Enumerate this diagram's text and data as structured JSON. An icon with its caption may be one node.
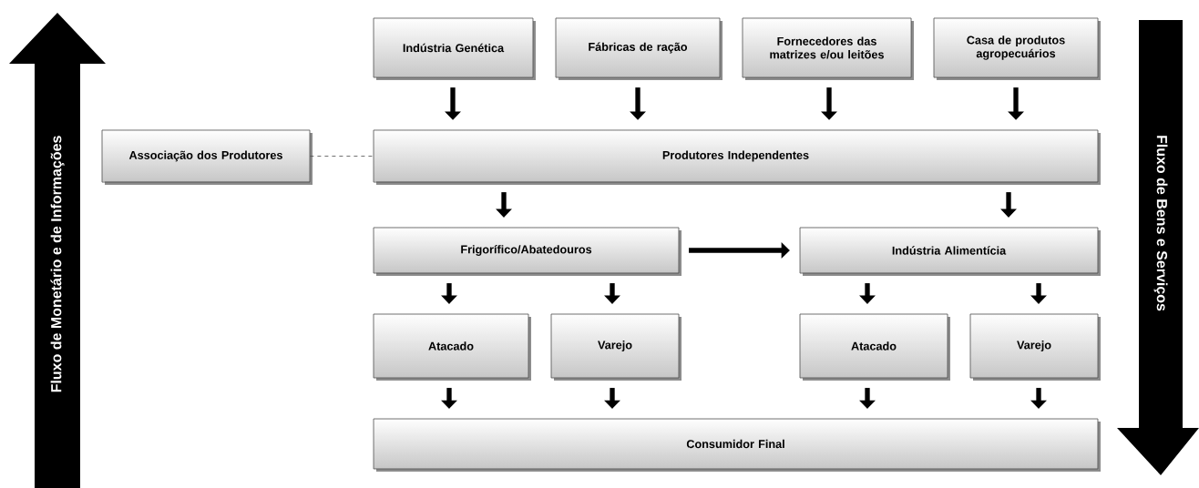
{
  "diagram": {
    "nodes": [
      {
        "text": [
          "Indústria Genética"
        ]
      },
      {
        "text": [
          "Fábricas de ração"
        ]
      },
      {
        "text": [
          "Fornecedores das matrizes e/ou leitões"
        ]
      },
      {
        "text": [
          "Casa de produtos agropecuários"
        ]
      },
      {
        "text": [
          "Associação dos Produtores"
        ]
      },
      {
        "text": [
          "Produtores Independentes"
        ]
      },
      {
        "text": [
          "Frigorífico/Abatedouros"
        ]
      },
      {
        "text": [
          "Indústria Alimentícia"
        ]
      },
      {
        "text": [
          "Atacado"
        ]
      },
      {
        "text": [
          "Varejo"
        ]
      },
      {
        "text": [
          "Atacado"
        ]
      },
      {
        "text": [
          "Varejo"
        ]
      },
      {
        "text": [
          "Consumidor Final"
        ]
      },
      {
        "text": [
          "Fluxo de Monetário e de Informações"
        ]
      },
      {
        "text": [
          "Fluxo de Bens e Serviços"
        ]
      }
    ],
    "edges": [
      {
        "from": 0,
        "to": 5,
        "arrow": "to"
      },
      {
        "from": 1,
        "to": 5,
        "arrow": "to"
      },
      {
        "from": 2,
        "to": 5,
        "arrow": "to"
      },
      {
        "from": 3,
        "to": 5,
        "arrow": "to"
      },
      {
        "from": 4,
        "to": 5,
        "arrow": "none",
        "style": "dashed"
      },
      {
        "from": 5,
        "to": 6,
        "arrow": "to"
      },
      {
        "from": 5,
        "to": 7,
        "arrow": "to"
      },
      {
        "from": 6,
        "to": 7,
        "arrow": "to"
      },
      {
        "from": 6,
        "to": 8,
        "arrow": "to"
      },
      {
        "from": 6,
        "to": 9,
        "arrow": "to"
      },
      {
        "from": 7,
        "to": 10,
        "arrow": "to"
      },
      {
        "from": 7,
        "to": 11,
        "arrow": "to"
      },
      {
        "from": 8,
        "to": 12,
        "arrow": "to"
      },
      {
        "from": 9,
        "to": 12,
        "arrow": "to"
      },
      {
        "from": 10,
        "to": 12,
        "arrow": "to"
      },
      {
        "from": 11,
        "to": 12,
        "arrow": "to"
      }
    ]
  }
}
